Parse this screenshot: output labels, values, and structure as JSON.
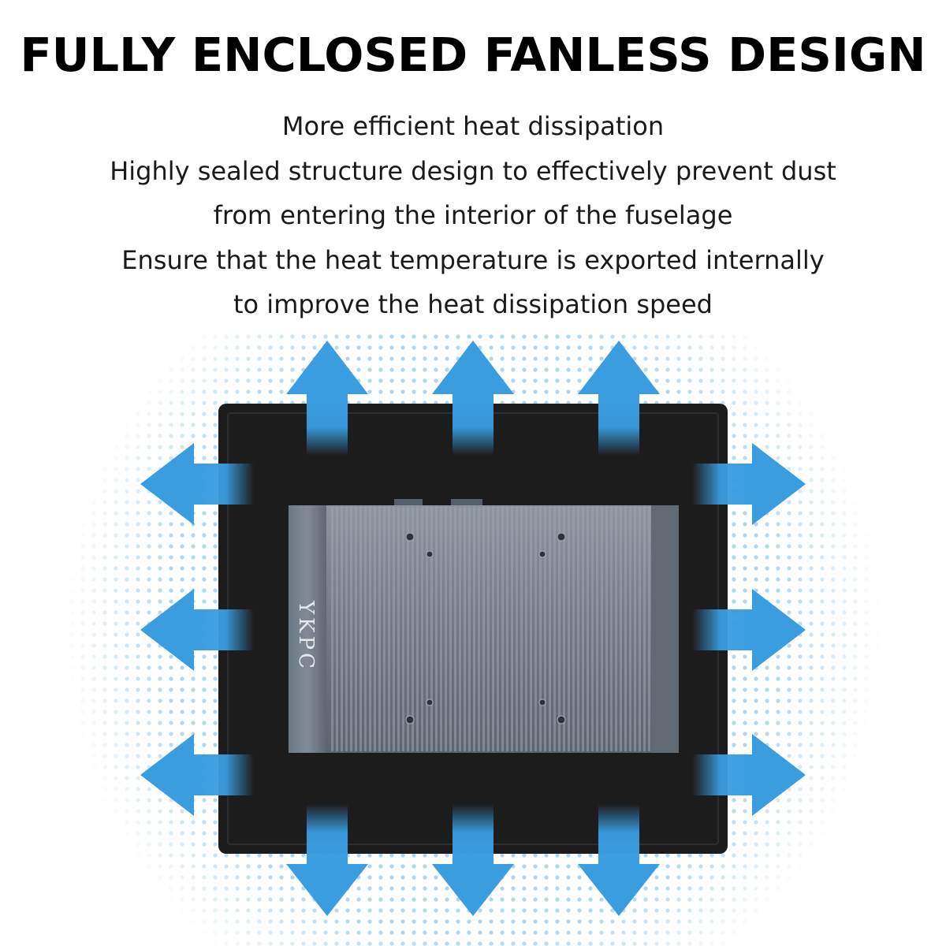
{
  "headline": "FULLY ENCLOSED FANLESS DESIGN",
  "description_lines": [
    "More efficient heat dissipation",
    "Highly sealed structure design to effectively prevent dust",
    "from entering the interior of the fuselage",
    "Ensure that the heat temperature is exported internally",
    "to improve the heat dissipation speed"
  ],
  "device": {
    "brand_label": "YKPC"
  },
  "colors": {
    "arrow_blue": "#3a9de0",
    "panel_black": "#1c1c1d",
    "heatsink_gray": "#77838d"
  }
}
